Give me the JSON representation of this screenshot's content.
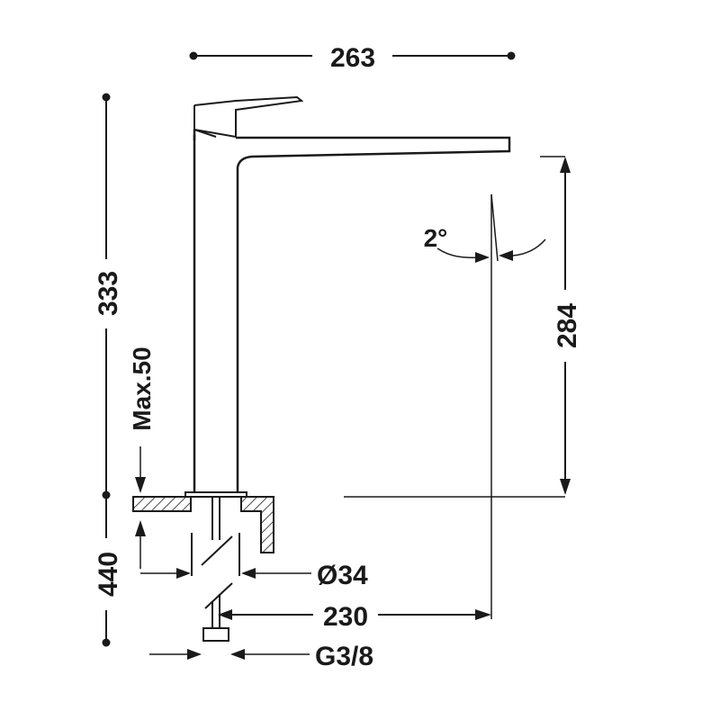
{
  "dimensions": {
    "total_width": "263",
    "total_height": "333",
    "spout_height": "284",
    "max_counter_thickness": "Max.50",
    "hose_length": "440",
    "hole_diameter": "Ø34",
    "spout_reach": "230",
    "connection_thread": "G3/8",
    "spout_angle": "2°"
  },
  "colors": {
    "line": "#1a1a1a",
    "background": "#ffffff"
  }
}
